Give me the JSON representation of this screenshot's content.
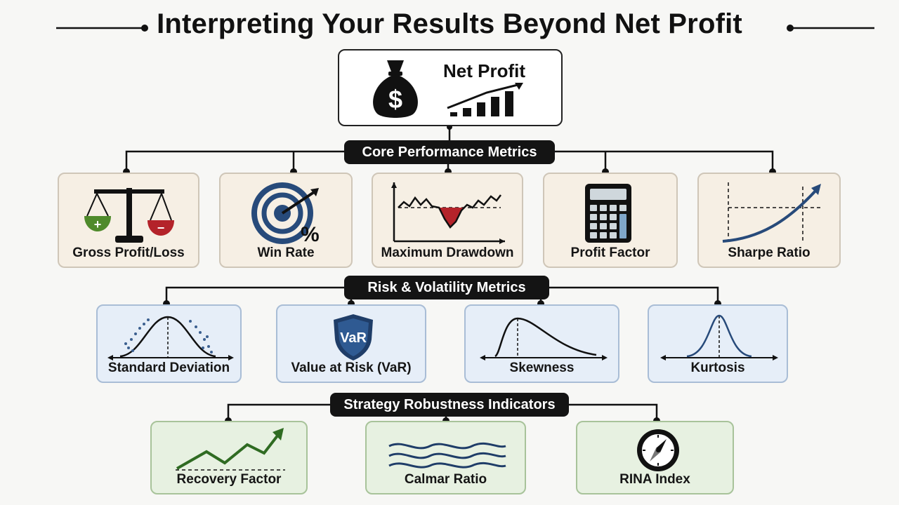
{
  "title": "Interpreting Your Results Beyond Net Profit",
  "top_node": {
    "label": "Net Profit",
    "icon": "money-bag-growth-icon"
  },
  "sections": [
    {
      "heading": "Core Performance Metrics",
      "theme": "#f6efe4",
      "items": [
        {
          "label": "Gross Profit/Loss",
          "icon": "balance-scale-icon"
        },
        {
          "label": "Win Rate",
          "icon": "target-percent-icon"
        },
        {
          "label": "Maximum Drawdown",
          "icon": "drawdown-chart-icon"
        },
        {
          "label": "Profit Factor",
          "icon": "calculator-icon"
        },
        {
          "label": "Sharpe Ratio",
          "icon": "rising-curve-icon"
        }
      ]
    },
    {
      "heading": "Risk & Volatility Metrics",
      "theme": "#e6eef8",
      "items": [
        {
          "label": "Standard Deviation",
          "icon": "bell-curve-icon"
        },
        {
          "label": "Value at Risk (VaR)",
          "icon": "var-shield-icon",
          "badge": "VaR"
        },
        {
          "label": "Skewness",
          "icon": "skewed-curve-icon"
        },
        {
          "label": "Kurtosis",
          "icon": "peaked-curve-icon"
        }
      ]
    },
    {
      "heading": "Strategy Robustness Indicators",
      "theme": "#e7f1e1",
      "items": [
        {
          "label": "Recovery Factor",
          "icon": "recovery-arrow-icon"
        },
        {
          "label": "Calmar Ratio",
          "icon": "wave-lines-icon"
        },
        {
          "label": "RINA Index",
          "icon": "compass-icon"
        }
      ]
    }
  ]
}
